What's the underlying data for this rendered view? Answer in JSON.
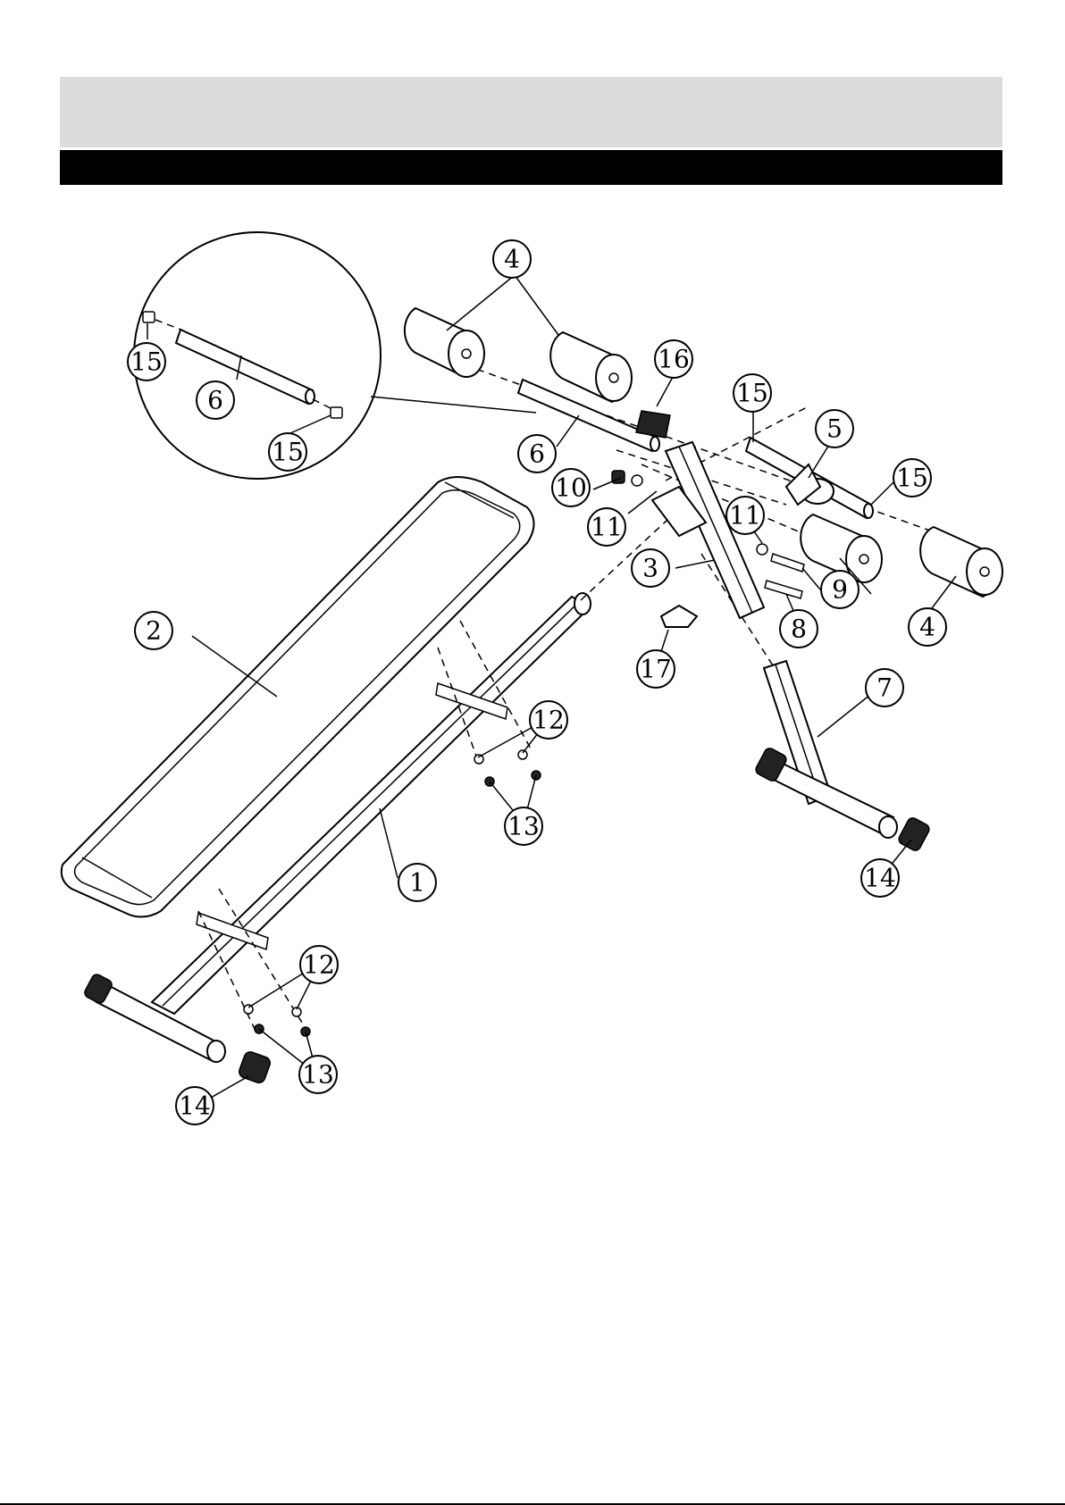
{
  "diagram": {
    "parts": [
      {
        "label": "1"
      },
      {
        "label": "2"
      },
      {
        "label": "3"
      },
      {
        "label": "4"
      },
      {
        "label": "4"
      },
      {
        "label": "4"
      },
      {
        "label": "5"
      },
      {
        "label": "6"
      },
      {
        "label": "6"
      },
      {
        "label": "7"
      },
      {
        "label": "8"
      },
      {
        "label": "9"
      },
      {
        "label": "10"
      },
      {
        "label": "11"
      },
      {
        "label": "11"
      },
      {
        "label": "12"
      },
      {
        "label": "12"
      },
      {
        "label": "13"
      },
      {
        "label": "13"
      },
      {
        "label": "14"
      },
      {
        "label": "14"
      },
      {
        "label": "15"
      },
      {
        "label": "15"
      },
      {
        "label": "15"
      },
      {
        "label": "15"
      },
      {
        "label": "16"
      },
      {
        "label": "17"
      }
    ]
  }
}
